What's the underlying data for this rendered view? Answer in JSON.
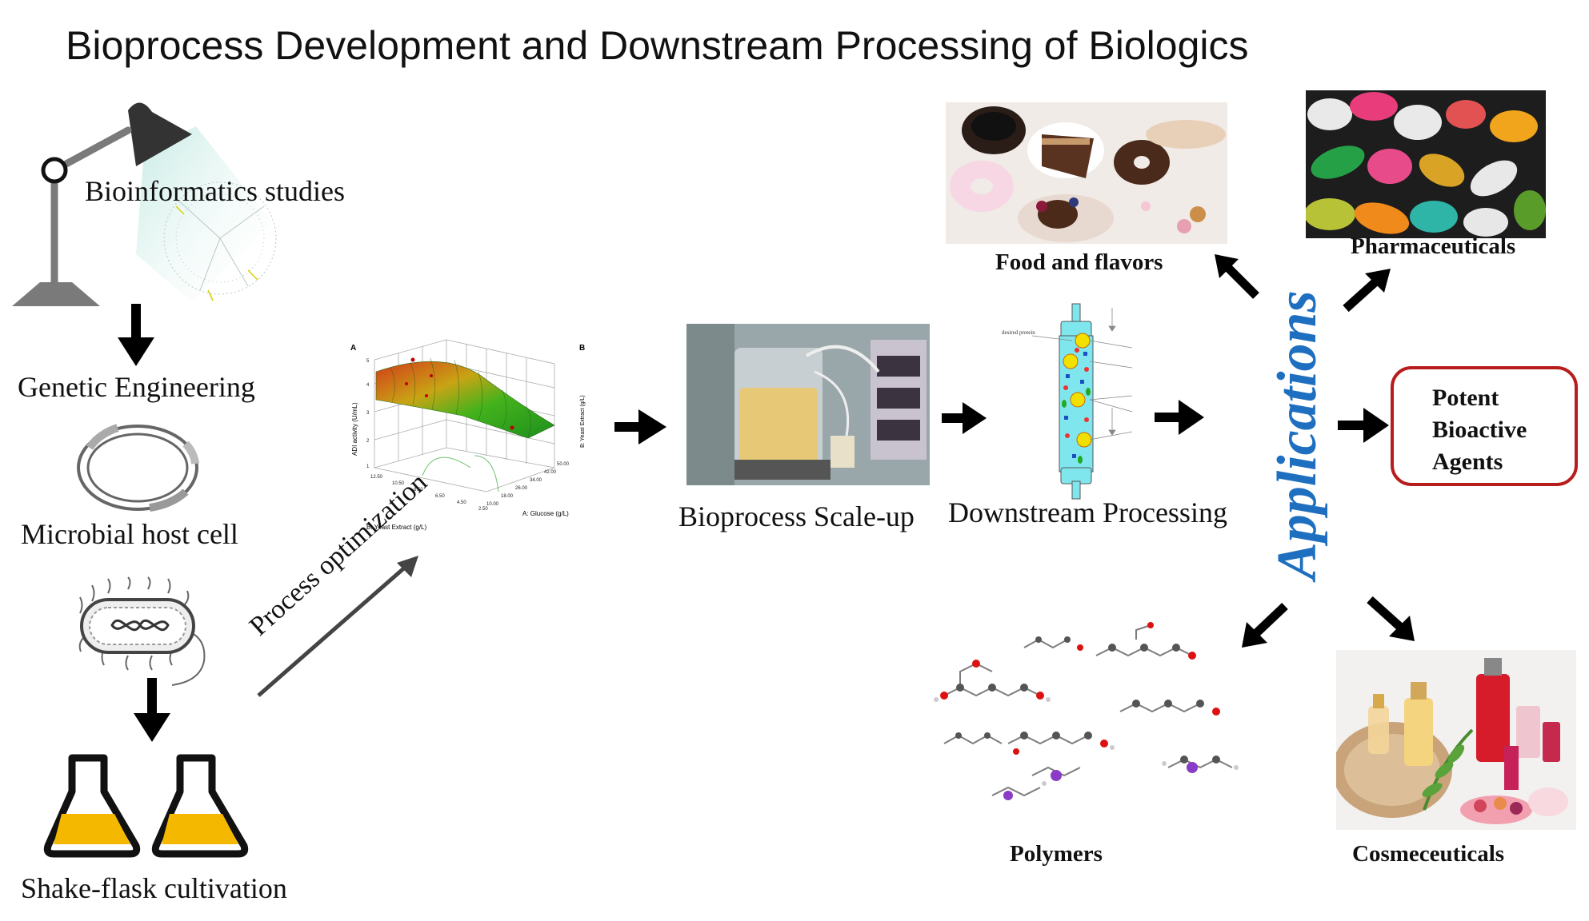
{
  "title": "Bioprocess Development and Downstream Processing of Biologics",
  "steps": {
    "bioinformatics": "Bioinformatics studies",
    "genetic_engineering": "Genetic Engineering",
    "microbial_host": "Microbial host cell",
    "shake_flask": "Shake-flask cultivation",
    "process_optimization": "Process optimization",
    "scale_up": "Bioprocess Scale-up",
    "downstream": "Downstream Processing",
    "applications": "Applications"
  },
  "surface_plot": {
    "panel_a": "A",
    "panel_b": "B",
    "zlabel": "ADI activity (U/mL)",
    "xlabel": "B: Yeast Extract (g/L)",
    "ylabel": "A: Glucose (g/L)",
    "right_label": "B: Yeast Extract (g/L)",
    "z_ticks": [
      "5",
      "4",
      "3",
      "2",
      "1"
    ],
    "x_ticks": [
      "12.50",
      "10.50",
      "8.50",
      "6.50",
      "4.50",
      "2.50"
    ],
    "y_ticks": [
      "10.00",
      "18.00",
      "26.00",
      "34.00",
      "42.00",
      "50.00"
    ]
  },
  "column": {
    "desired_label": "desired protein"
  },
  "applications": {
    "food": "Food and flavors",
    "pharma": "Pharmaceuticals",
    "potent_lines": [
      "Potent",
      "Bioactive",
      "Agents"
    ],
    "polymers": "Polymers",
    "cosmeceuticals": "Cosmeceuticals"
  },
  "colors": {
    "applications_text": "#1f6fc0",
    "potent_border": "#b81d1d",
    "flask_liquid": "#f5b800",
    "arrow": "#000000"
  }
}
